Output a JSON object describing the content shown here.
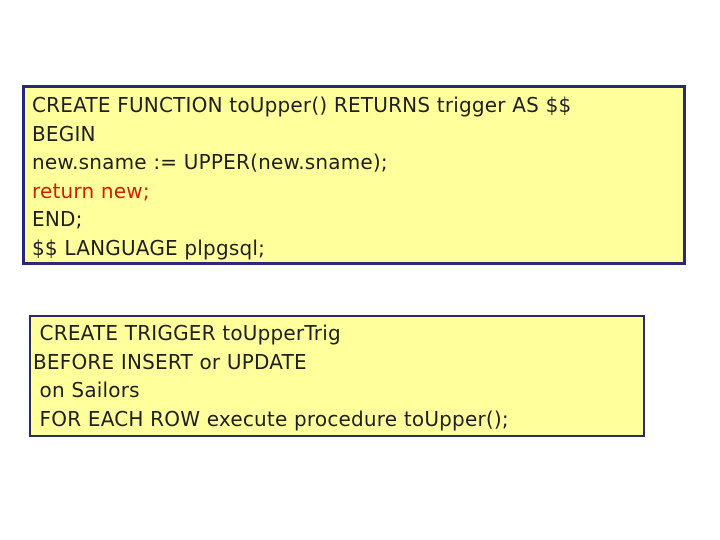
{
  "colors": {
    "page_background": "#ffffff",
    "box_fill": "#ffff9c",
    "function_box_border": "#29297a",
    "trigger_box_border": "#2b2b5e",
    "code_text": "#1f1f1f",
    "highlight_text": "#cc2200"
  },
  "function_box": {
    "lines": [
      {
        "text": "CREATE FUNCTION toUpper() RETURNS trigger AS $$",
        "highlight": false
      },
      {
        "text": "BEGIN",
        "highlight": false
      },
      {
        "text": "new.sname := UPPER(new.sname);",
        "highlight": false
      },
      {
        "text": "return new;",
        "highlight": true
      },
      {
        "text": "END;",
        "highlight": false
      },
      {
        "text": "$$ LANGUAGE plpgsql;",
        "highlight": false
      }
    ]
  },
  "trigger_box": {
    "lines": [
      {
        "text": " CREATE TRIGGER toUpperTrig",
        "highlight": false
      },
      {
        "text": "BEFORE INSERT or UPDATE",
        "highlight": false
      },
      {
        "text": " on Sailors",
        "highlight": false
      },
      {
        "text": " FOR EACH ROW execute procedure toUpper();",
        "highlight": false
      }
    ]
  }
}
